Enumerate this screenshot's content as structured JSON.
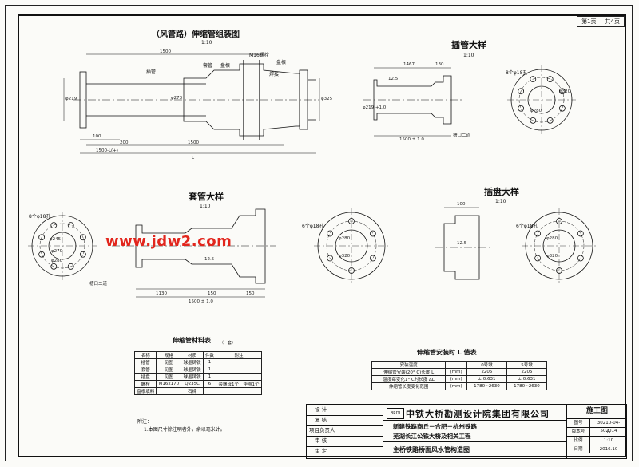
{
  "sheet": {
    "page": "第1页",
    "total": "共4页"
  },
  "titles": {
    "assembly": "（风管路）伸缩管组装图",
    "assembly_scale": "1:10",
    "socket": "插管大样",
    "socket_scale": "1:10",
    "sleeve": "套管大样",
    "sleeve_scale": "1:10",
    "flange": "插盘大样",
    "flange_scale": "1:10"
  },
  "assembly_labels": {
    "socket": "插管",
    "sleeve": "套管",
    "packing": "盘根",
    "bolt": "M16螺栓",
    "weld": "焊接",
    "ring": "盘根",
    "dim_top": "1500",
    "dim_bottom": "1500",
    "dim_l": "L",
    "dim_100": "100",
    "dim_200": "200",
    "len_b": "1500-L(+)",
    "d1": "φ219",
    "d2": "φ273",
    "d3": "φ325"
  },
  "socket_labels": {
    "dim": "1467",
    "dim2": "130",
    "len": "1500 ± 1.0",
    "tag": "槽口二道",
    "angle": "12.5",
    "d": "φ219 +1.0"
  },
  "socket_side": {
    "holes": "8个φ18孔",
    "d1": "φ280",
    "d2": "φ320"
  },
  "sleeve_labels": {
    "dim_a": "1130",
    "dim_b": "150",
    "dim_c": "150",
    "total": "1500 ± 1.0",
    "tag": "槽口二道",
    "angle": "12.5"
  },
  "sleeve_side": {
    "holes": "8个φ18孔",
    "d1": "φ245",
    "d2": "φ270",
    "d3": "φ280"
  },
  "flange_side_left": {
    "holes": "6个φ18孔",
    "d1": "φ280",
    "d2": "φ320"
  },
  "flange_side_right": {
    "holes": "6个φ18孔",
    "d1": "φ280",
    "d2": "φ320"
  },
  "flange_labels": {
    "angle": "12.5",
    "dim": "100"
  },
  "watermark": "www.jdw2.com",
  "material_table": {
    "title": "伸缩管材料表",
    "unit": "（一套）",
    "headers": [
      "名称",
      "规格",
      "材质",
      "件数",
      "附注"
    ],
    "rows": [
      [
        "插管",
        "见图",
        "球墨铸铁",
        "1",
        ""
      ],
      [
        "套管",
        "见图",
        "球墨铸铁",
        "1",
        ""
      ],
      [
        "插盘",
        "见图",
        "球墨铸铁",
        "1",
        ""
      ],
      [
        "螺栓",
        "M16x170",
        "Q235C",
        "6",
        "套螺母1个，垫圈1个"
      ],
      [
        "盘根填料",
        "",
        "石棉",
        "",
        ""
      ]
    ]
  },
  "l_table": {
    "title": "伸缩管安装时 L 值表",
    "headers": [
      "安装温度",
      "",
      "0号墩",
      "5号墩"
    ],
    "rows": [
      [
        "伸缩管安装(20° C)长度 L",
        "(mm)",
        "2205",
        "2205"
      ],
      [
        "温度每变化1° C时长度 ΔL",
        "(mm)",
        "± 0.631",
        "± 0.631"
      ],
      [
        "伸缩管长度变化范围",
        "(mm)",
        "1780~2630",
        "1780~2630"
      ]
    ]
  },
  "notes": {
    "heading": "附注：",
    "line1": "1.本图尺寸除注明者外，余以毫米计。"
  },
  "title_block": {
    "design": "设 计",
    "review": "复 核",
    "pm": "项目负责人",
    "check": "审 核",
    "approve": "审 定",
    "company": "中铁大桥勘测设计院集团有限公司",
    "logo": "BRDI",
    "project1": "新建铁路商丘－合肥－杭州铁路",
    "project2": "芜湖长江公铁大桥及相关工程",
    "drawing_name": "主桥铁路桥面风水管构造图",
    "stage": "施工图",
    "rows": [
      {
        "k": "图号",
        "v": "30210-04-502014"
      },
      {
        "k": "版本号",
        "v": "A"
      },
      {
        "k": "比例",
        "v": "1:10"
      },
      {
        "k": "日期",
        "v": "2016.10"
      }
    ]
  }
}
